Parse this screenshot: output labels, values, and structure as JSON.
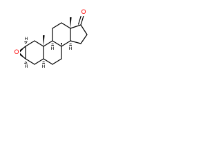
{
  "molecule": {
    "atoms": {
      "epoxide_oxygen": "O",
      "ketone_oxygen": "O"
    },
    "stereo_hydrogens": [
      "H",
      "H",
      "H",
      "H",
      "H"
    ],
    "colors": {
      "bond": "#000000",
      "oxygen": "#ff0000",
      "hydrogen": "#000000",
      "background": "#ffffff"
    }
  }
}
